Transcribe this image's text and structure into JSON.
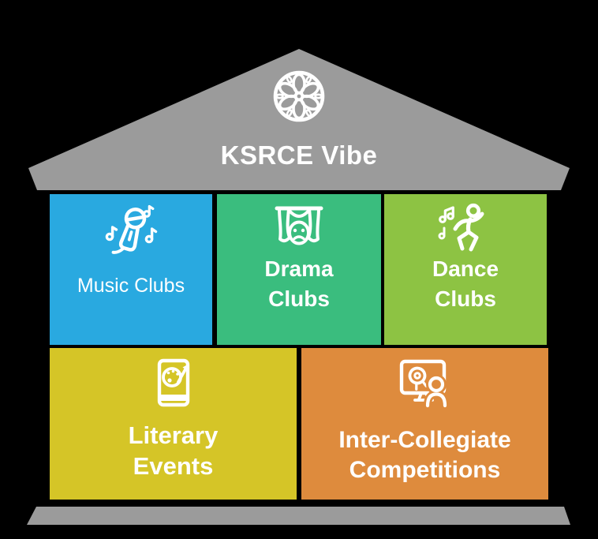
{
  "background_color": "#000000",
  "roof": {
    "title": "KSRCE Vibe",
    "icon": "rosette-flower-icon",
    "color": "#9B9B9B",
    "text_color": "#FFFFFF"
  },
  "foundation": {
    "color": "#9B9B9B"
  },
  "rooms": [
    {
      "label": "Music Clubs",
      "color": "#29A9E0",
      "icon": "microphone-music-notes-icon"
    },
    {
      "label": "Drama Clubs",
      "color": "#3ABD7E",
      "icon": "theater-curtains-mask-icon"
    },
    {
      "label": "Dance Clubs",
      "color": "#8DC343",
      "icon": "dancing-person-music-notes-icon"
    },
    {
      "label": "Literary Events",
      "color": "#D5C527",
      "icon": "book-art-palette-icon"
    },
    {
      "label": "Inter-Collegiate Competitions",
      "color": "#DE8B3D",
      "icon": "monitor-award-person-icon"
    }
  ]
}
